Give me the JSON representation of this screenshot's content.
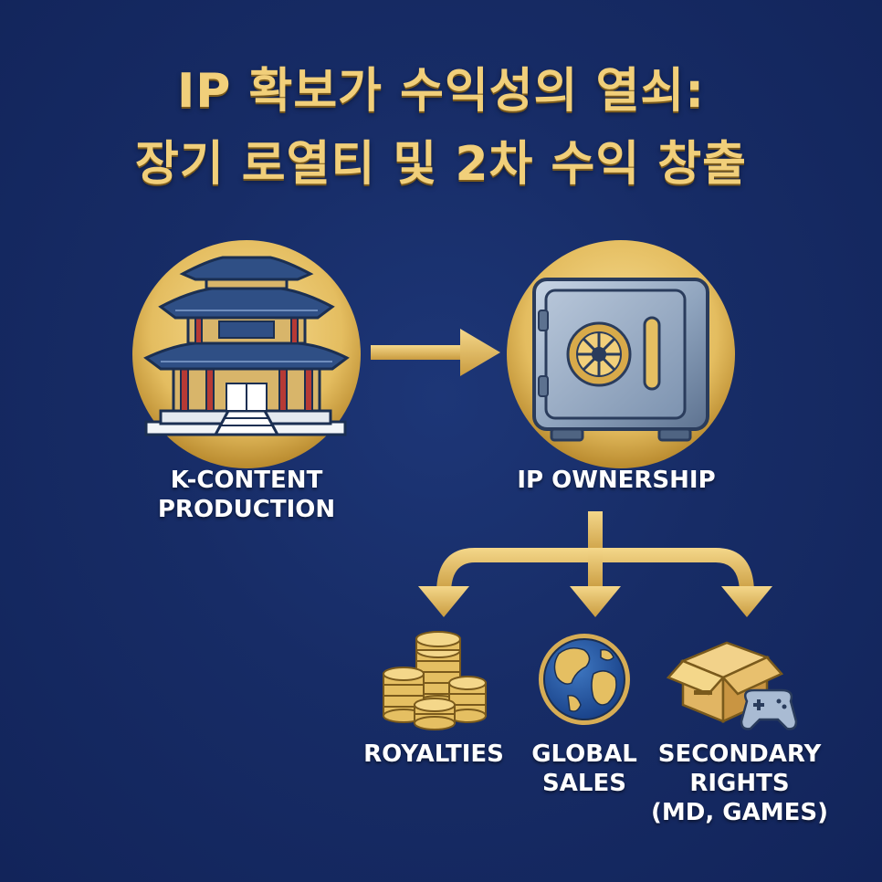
{
  "title": {
    "line1": "IP 확보가 수익성의 열쇠:",
    "line2": "장기 로열티 및 2차 수익 창출"
  },
  "nodes": {
    "production": {
      "line1": "K-CONTENT",
      "line2": "PRODUCTION",
      "icon": "palace-icon"
    },
    "ownership": {
      "label": "IP OWNERSHIP",
      "icon": "safe-icon"
    },
    "royalties": {
      "label": "ROYALTIES",
      "icon": "coins-icon"
    },
    "global_sales": {
      "line1": "GLOBAL",
      "line2": "SALES",
      "icon": "globe-icon"
    },
    "secondary": {
      "line1": "SECONDARY",
      "line2": "RIGHTS",
      "line3": "(MD, GAMES)",
      "icon": "box-gamepad-icon"
    }
  },
  "colors": {
    "background": "#15295e",
    "gold": "#e5bf62",
    "title_gold": "#f1cf7a",
    "label_white": "#ffffff"
  }
}
